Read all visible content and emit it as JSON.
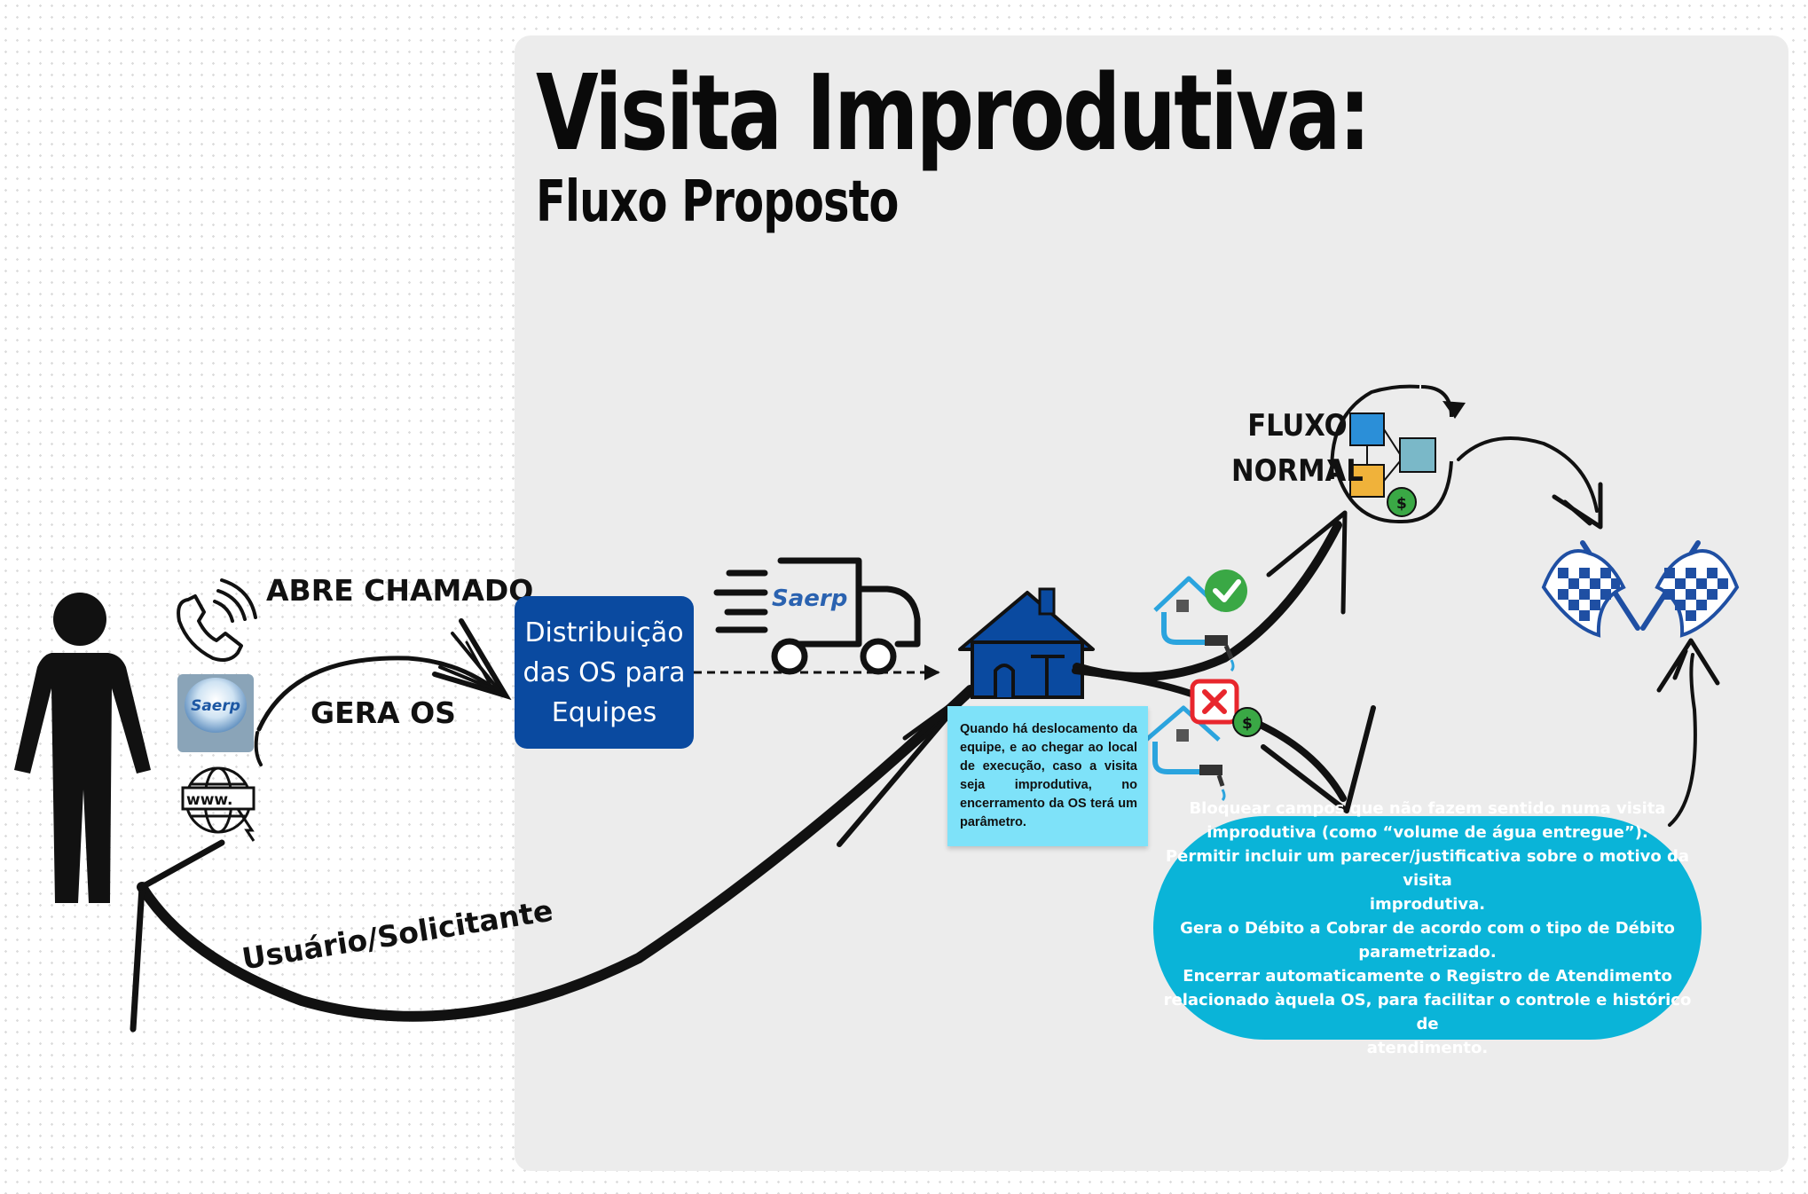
{
  "header": {
    "title": "Visita Improdutiva:",
    "subtitle": "Fluxo Proposto"
  },
  "labels": {
    "abre_chamado": "ABRE CHAMADO",
    "gera_os": "GERA OS",
    "fluxo_normal_line1": "FLUXO",
    "fluxo_normal_line2": "NORMAL",
    "usuario": "Usuário/Solicitante"
  },
  "distribution_box": {
    "text": "Distribuição das OS para Equipes",
    "color": "#0a4aa0"
  },
  "note": {
    "text": "Quando há deslocamento da equipe, e ao chegar ao local de execução, caso a visita seja improdutiva, no encerramento da OS terá um parâmetro.",
    "color": "#7ee2f9"
  },
  "oval": {
    "color": "#0ab4d8",
    "lines": [
      "Bloquear campos que não fazem sentido numa visita",
      "improdutiva (como “volume de água entregue”).",
      "Permitir incluir um parecer/justificativa sobre o motivo da visita",
      "improdutiva.",
      "Gera o Débito a Cobrar de acordo com o tipo de Débito",
      "parametrizado.",
      "Encerrar automaticamente o Registro de Atendimento",
      "relacionado àquela OS, para facilitar o controle e histórico de",
      "atendimento."
    ]
  },
  "logos": {
    "badge_text": "Saerp",
    "truck_text": "Saerp",
    "web_icon_text": "www."
  },
  "icons": {
    "person": "person-icon",
    "phone": "phone-icon",
    "web": "web-icon",
    "truck": "truck-icon",
    "house": "house-icon",
    "house_ok": "house-water-ok-icon",
    "house_fail": "house-water-fail-icon",
    "workflow": "workflow-icon",
    "flags": "checkered-flags-icon"
  },
  "colors": {
    "panel": "#ececec",
    "house_blue": "#0a4aa0",
    "check_green": "#3aa845",
    "cross_red": "#e8262d",
    "flag_blue": "#1f4fa3"
  }
}
